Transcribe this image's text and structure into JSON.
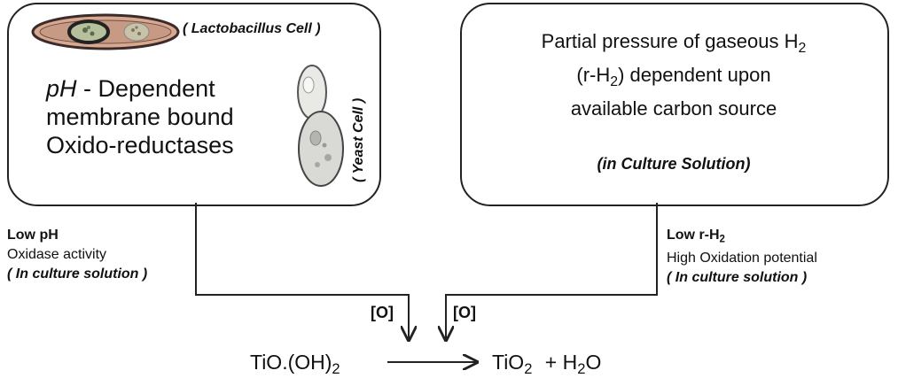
{
  "left_box": {
    "lactobacillus_label": "( Lactobacillus Cell )",
    "yeast_label": "( Yeast Cell )",
    "ph": "pH",
    "line1_rest": " - Dependent",
    "line2": "membrane bound",
    "line3": "Oxido-reductases"
  },
  "right_box": {
    "line1_main": "Partial pressure of gaseous H",
    "line1_sub": "2",
    "line2_pre": "(r-H",
    "line2_sub": "2",
    "line2_post": ") dependent upon",
    "line3": "available carbon source",
    "culture": "(in Culture Solution)"
  },
  "left_branch": {
    "title": "Low pH",
    "line2": "Oxidase activity",
    "line3": "( In culture solution )",
    "oxygen_label": "[O]"
  },
  "right_branch": {
    "title_pre": "Low r-H",
    "title_sub": "2",
    "line2": "High Oxidation potential",
    "line3": "( In culture solution )",
    "oxygen_label": "[O]"
  },
  "equation": {
    "reactant_main": "TiO.(OH)",
    "reactant_sub": "2",
    "product_main": "TiO",
    "product_sub": "2",
    "plus": "+ H",
    "water_sub": "2",
    "water_post": "O"
  }
}
